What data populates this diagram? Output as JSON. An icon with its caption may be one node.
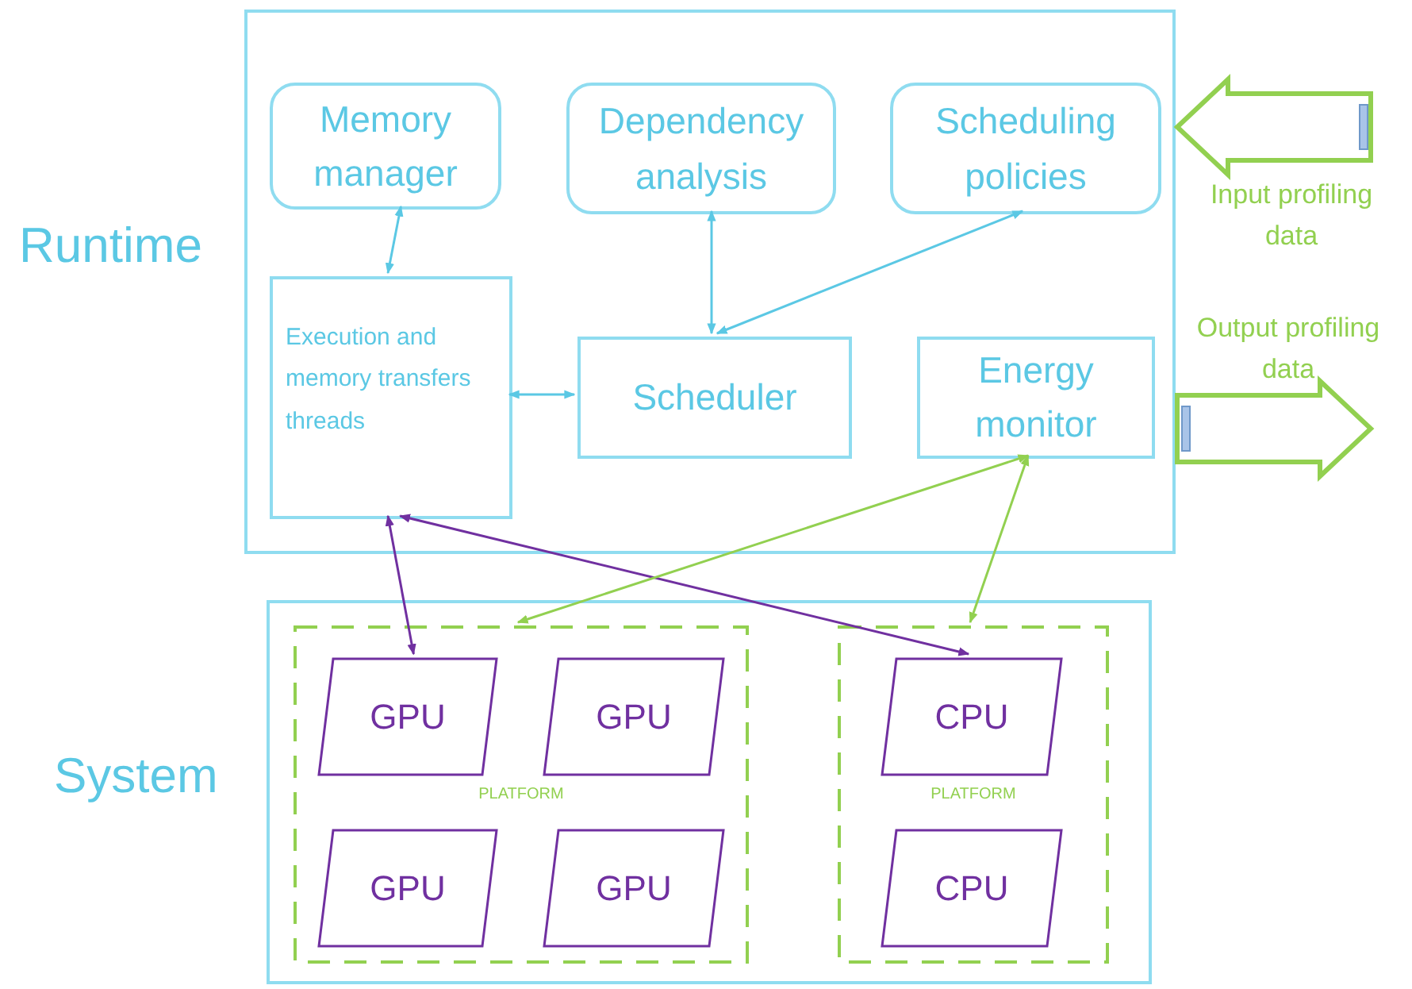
{
  "diagram": {
    "nodes": [
      {
        "text": [
          "Runtime"
        ]
      },
      {
        "text": [
          "Memory manager"
        ],
        "in": 0
      },
      {
        "text": [
          "Dependency analysis"
        ],
        "in": 0
      },
      {
        "text": [
          "Scheduling policies"
        ],
        "in": 0
      },
      {
        "text": [
          "Execution and memory transfers threads"
        ],
        "in": 0
      },
      {
        "text": [
          "Scheduler"
        ],
        "in": 0
      },
      {
        "text": [
          "Energy monitor"
        ],
        "in": 0
      },
      {
        "text": [
          "System"
        ]
      },
      {
        "text": [
          "PLATFORM"
        ],
        "in": 7
      },
      {
        "text": [
          "GPU"
        ],
        "in": 8
      },
      {
        "text": [
          "GPU"
        ],
        "in": 8
      },
      {
        "text": [
          "GPU"
        ],
        "in": 8
      },
      {
        "text": [
          "GPU"
        ],
        "in": 8
      },
      {
        "text": [
          "PLATFORM"
        ],
        "in": 7
      },
      {
        "text": [
          "CPU"
        ],
        "in": 13
      },
      {
        "text": [
          "CPU"
        ],
        "in": 13
      }
    ],
    "edges": [
      {
        "from": 1,
        "to": 4,
        "arrow": "both"
      },
      {
        "from": 2,
        "to": 5,
        "arrow": "both"
      },
      {
        "from": 3,
        "to": 5,
        "arrow": "both"
      },
      {
        "from": 4,
        "to": 5,
        "arrow": "both"
      },
      {
        "from": 4,
        "to": 9,
        "arrow": "both",
        "color": "#7030a0"
      },
      {
        "from": 4,
        "to": 14,
        "arrow": "both",
        "color": "#7030a0"
      },
      {
        "from": 6,
        "to": 8,
        "arrow": "both",
        "color": "#92d050"
      },
      {
        "from": 6,
        "to": 13,
        "arrow": "both",
        "color": "#92d050"
      },
      {
        "from": null,
        "to": 0,
        "arrow": "to",
        "label": "Input profiling data",
        "style": "thick",
        "color": "#92d050"
      },
      {
        "from": 0,
        "to": null,
        "arrow": "to",
        "label": "Output profiling data",
        "style": "thick",
        "color": "#92d050"
      }
    ]
  }
}
